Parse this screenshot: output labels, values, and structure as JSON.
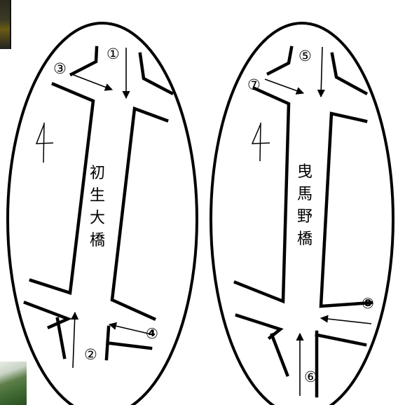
{
  "left_diagram": {
    "bridge_name_chars": [
      "初",
      "生",
      "大",
      "橋"
    ],
    "flow_labels": {
      "top": "①",
      "bottom": "②",
      "top_left": "③",
      "bottom_right": "④"
    }
  },
  "right_diagram": {
    "bridge_name_chars": [
      "曳",
      "馬",
      "野",
      "橋"
    ],
    "flow_labels": {
      "top": "⑤",
      "bottom": "⑥",
      "top_left": "⑦",
      "right": "⑧"
    }
  }
}
